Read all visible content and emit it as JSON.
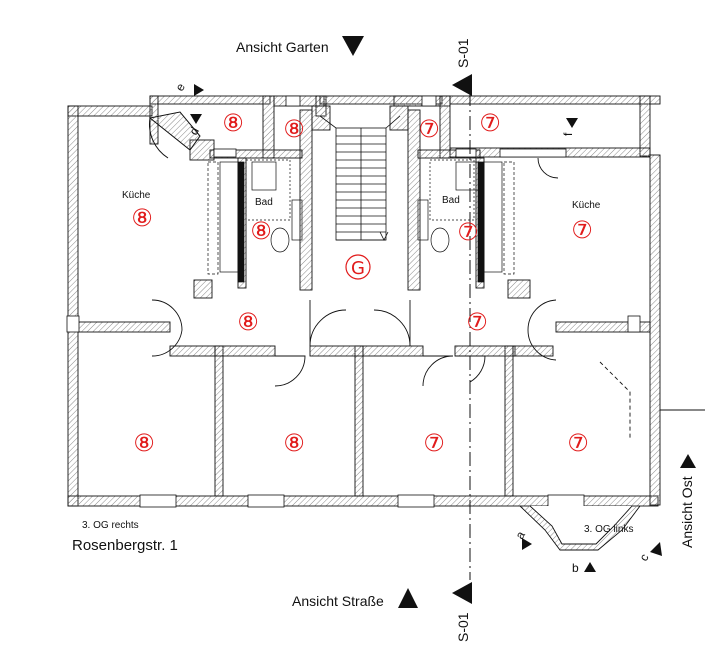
{
  "plan": {
    "views": {
      "garden": "Ansicht Garten",
      "street": "Ansicht Straße",
      "east": "Ansicht Ost",
      "section_top": "S-01",
      "section_bottom": "S-01"
    },
    "markers": {
      "a": "a",
      "b": "b",
      "c": "c",
      "d": "d",
      "e": "e",
      "f": "f"
    },
    "captions": {
      "right_unit": "3. OG rechts",
      "left_unit": "3. OG links",
      "address": "Rosenbergstr. 1"
    },
    "rooms": {
      "kitchen_left": "Küche",
      "kitchen_right": "Küche",
      "bath_left": "Bad",
      "bath_right": "Bad"
    },
    "unit_numbers": {
      "balcony_l1": "⑧",
      "balcony_l2": "⑧",
      "balcony_r1": "⑦",
      "balcony_r2": "⑦",
      "kitchen_l": "⑧",
      "bath_l": "⑧",
      "stair": "G",
      "bath_r": "⑦",
      "kitchen_r": "⑦",
      "hall_l": "⑧",
      "hall_r": "⑦",
      "room_1": "⑧",
      "room_2": "⑧",
      "room_3": "⑦",
      "room_4": "⑦"
    },
    "colors": {
      "line": "#111111",
      "hatch": "#888888",
      "unit_number": "#e11b1b"
    }
  }
}
